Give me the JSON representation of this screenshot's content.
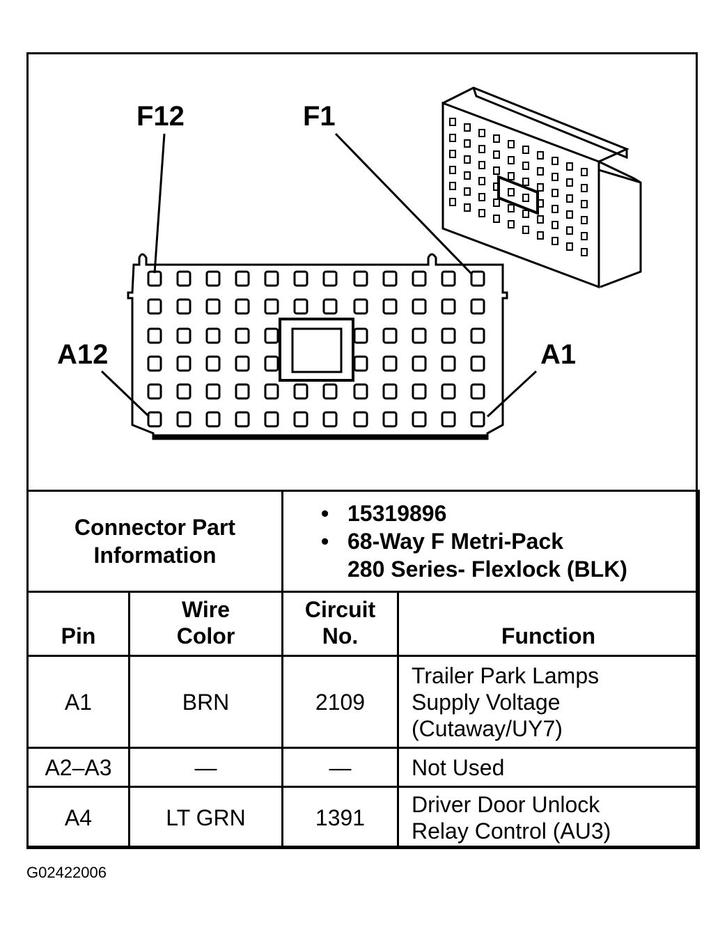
{
  "diagram": {
    "labels": {
      "f12": "F12",
      "f1": "F1",
      "a12": "A12",
      "a1": "A1"
    }
  },
  "connector_info": {
    "label": "Connector Part Information",
    "part_number": "15319896",
    "description_line1": "68-Way F Metri-Pack",
    "description_line2": "280 Series- Flexlock (BLK)"
  },
  "pin_table": {
    "headers": {
      "pin": "Pin",
      "wire_color_1": "Wire",
      "wire_color_2": "Color",
      "circuit_1": "Circuit",
      "circuit_2": "No.",
      "function": "Function"
    },
    "rows": [
      {
        "pin": "A1",
        "wire_color": "BRN",
        "circuit": "2109",
        "function": [
          "Trailer Park Lamps",
          "Supply Voltage",
          "(Cutaway/UY7)"
        ]
      },
      {
        "pin": "A2–A3",
        "wire_color": "—",
        "circuit": "—",
        "function": [
          "Not Used"
        ]
      },
      {
        "pin": "A4",
        "wire_color": "LT GRN",
        "circuit": "1391",
        "function": [
          "Driver Door Unlock",
          "Relay Control (AU3)"
        ]
      }
    ]
  },
  "figure_id": "G02422006"
}
